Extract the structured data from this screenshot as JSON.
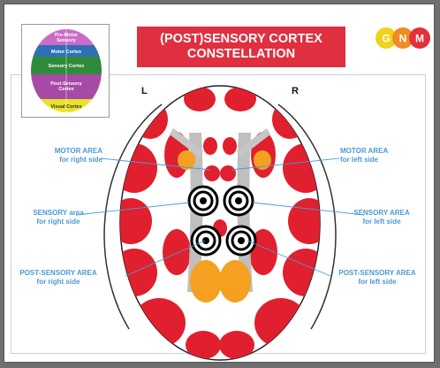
{
  "thumbnail": {
    "regions": [
      {
        "label": "Pre-Motor Sensory",
        "color": "#c96bc7"
      },
      {
        "label": "Motor Cortex",
        "color": "#2f6fb5"
      },
      {
        "label": "Sensory Cortex",
        "color": "#2f8a3a"
      },
      {
        "label": "Post-Sensory Cortex",
        "color": "#a74aa6"
      },
      {
        "label": "Visual Cortex",
        "color": "#e8e22a"
      }
    ]
  },
  "banner": {
    "line1": "(POST)SENSORY CORTEX",
    "line2": "CONSTELLATION",
    "color": "#e02f3f"
  },
  "logo": {
    "letters": [
      "G",
      "N",
      "M"
    ],
    "colors": [
      "#f1d21c",
      "#f08a23",
      "#e3303a"
    ]
  },
  "hemisphere_labels": {
    "left": "L",
    "right": "R"
  },
  "labels": {
    "motor_left": {
      "line1": "MOTOR AREA",
      "line2": "for right side"
    },
    "motor_right": {
      "line1": "MOTOR AREA",
      "line2": "for left side"
    },
    "sensory_left": {
      "line1": "SENSORY area",
      "line2": "for right side"
    },
    "sensory_right": {
      "line1": "SENSORY AREA",
      "line2": "for left side"
    },
    "postsensory_left": {
      "line1": "POST-SENSORY AREA",
      "line2": "for right side"
    },
    "postsensory_right": {
      "line1": "POST-SENSORY AREA",
      "line2": "for left side"
    }
  },
  "colors": {
    "zone_red": "#e0202e",
    "zone_orange": "#f5a020",
    "zone_gray": "#b8b8b8",
    "label_blue": "#4a9ad6"
  }
}
